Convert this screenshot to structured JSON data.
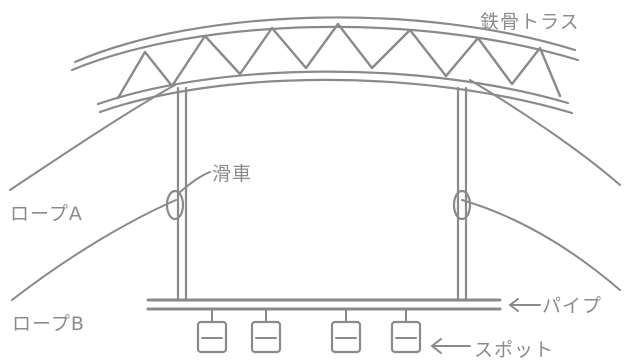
{
  "labels": {
    "truss": "鉄骨トラス",
    "pulley": "滑車",
    "rope_a": "ロープA",
    "rope_b": "ロープB",
    "pipe": "パイプ",
    "spot": "スポット"
  }
}
